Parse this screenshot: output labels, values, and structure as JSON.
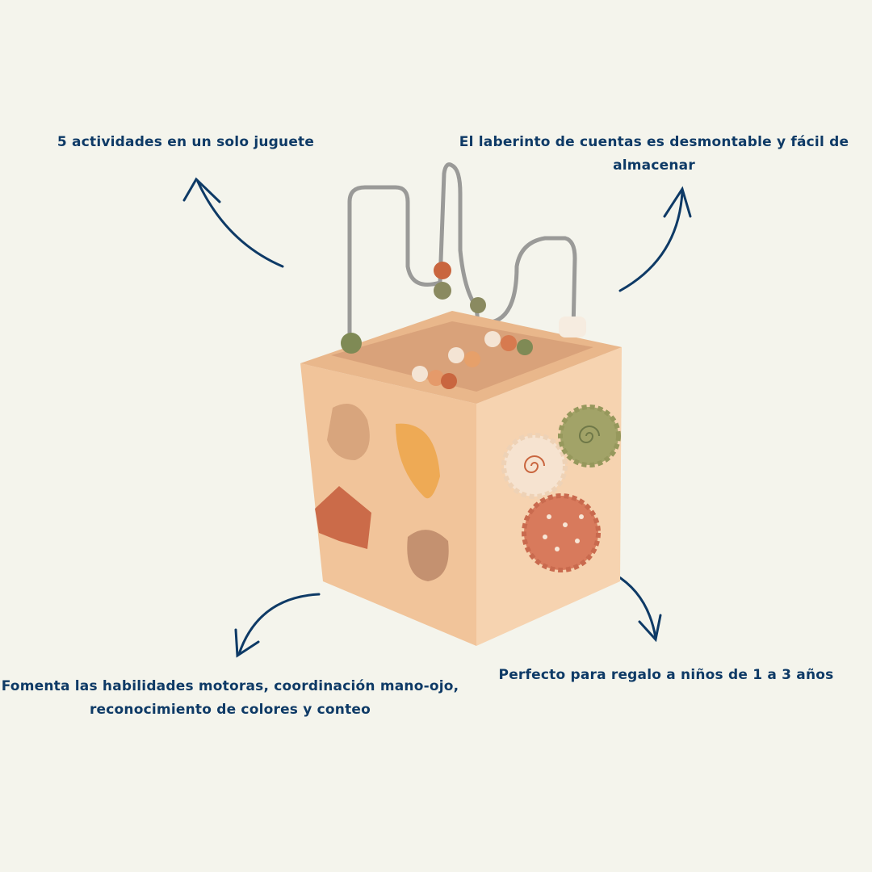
{
  "colors": {
    "background": "#f4f4ec",
    "text": "#0e3a66",
    "arrow": "#0e3a66",
    "wood": "#f2c9a2"
  },
  "captions": {
    "activities": "5 actividades en un solo juguete",
    "maze": "El laberinto de cuentas es desmontable y fácil de almacenar",
    "skills": "Fomenta las habilidades motoras, coordinación mano-ojo, reconocimiento de colores y conteo",
    "gift": "Perfecto para regalo a niños de 1 a 3 años"
  }
}
